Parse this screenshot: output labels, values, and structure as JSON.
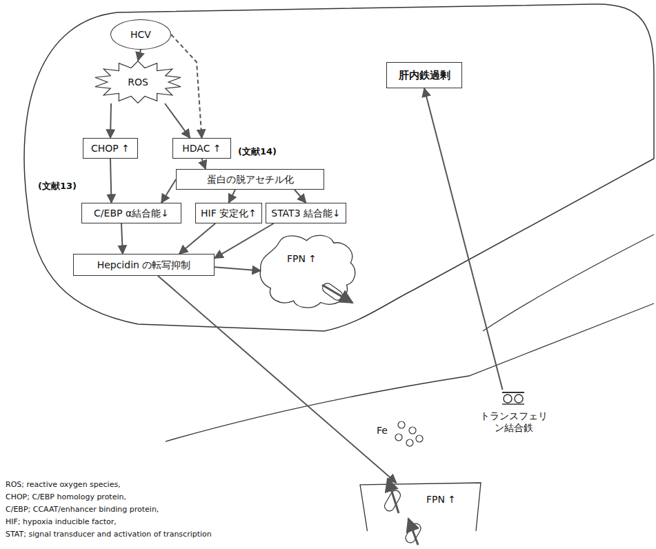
{
  "diagram": {
    "nodes": [
      {
        "text": [
          "HCV"
        ]
      },
      {
        "text": [
          "ROS"
        ]
      },
      {
        "text": [
          "CHOP ↑"
        ]
      },
      {
        "text": [
          "HDAC ↑"
        ]
      },
      {
        "text": [
          "蛋白の脱アセチル化"
        ]
      },
      {
        "text": [
          "C/EBP α結合能↓"
        ]
      },
      {
        "text": [
          "HIF 安定化↑"
        ]
      },
      {
        "text": [
          "STAT3 結合能↓"
        ]
      },
      {
        "text": [
          "Hepcidin の転写抑制"
        ]
      },
      {
        "text": [
          "肝内鉄過剰"
        ]
      },
      {
        "text": [
          "FPN ↑"
        ]
      },
      {
        "text": [
          "FPN ↑"
        ]
      },
      {
        "text": [
          "トランスフェリン結合鉄"
        ]
      }
    ],
    "edges": [
      {
        "from": 0,
        "to": 1,
        "arrow": "to"
      },
      {
        "from": 0,
        "to": 3,
        "arrow": "to"
      },
      {
        "from": 1,
        "to": 2,
        "arrow": "to"
      },
      {
        "from": 1,
        "to": 3,
        "arrow": "to"
      },
      {
        "from": 2,
        "to": 5,
        "arrow": "to"
      },
      {
        "from": 3,
        "to": 4,
        "arrow": "to"
      },
      {
        "from": 4,
        "to": 5,
        "arrow": "to"
      },
      {
        "from": 4,
        "to": 6,
        "arrow": "to"
      },
      {
        "from": 4,
        "to": 7,
        "arrow": "to"
      },
      {
        "from": 5,
        "to": 8,
        "arrow": "to"
      },
      {
        "from": 6,
        "to": 8,
        "arrow": "to"
      },
      {
        "from": 7,
        "to": 8,
        "arrow": "to"
      },
      {
        "from": 8,
        "to": 10,
        "arrow": "to"
      },
      {
        "from": 8,
        "to": 11,
        "arrow": "to"
      },
      {
        "from": 12,
        "to": 9,
        "arrow": "to"
      }
    ],
    "labels": [
      "(文献14)",
      "(文献13)",
      "Fe",
      "ROS; reactive oxygen species,",
      "CHOP; C/EBP homology protein,",
      "C/EBP; CCAAT/enhancer binding protein,",
      "HIF; hypoxia inducible factor,",
      "STAT; signal transducer and activation of transcription"
    ]
  }
}
